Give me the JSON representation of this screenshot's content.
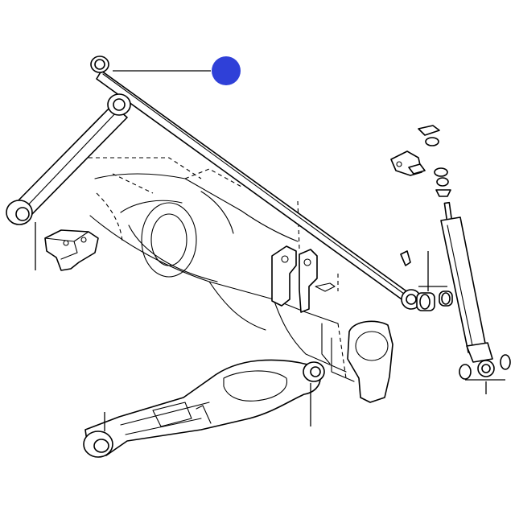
{
  "diagram": {
    "marker_color": "#2f40d8",
    "parts": [
      {
        "id": "lateral-control-rod",
        "icon": "rod"
      },
      {
        "id": "upper-control-arm",
        "icon": "arm"
      },
      {
        "id": "shock-absorber",
        "icon": "damper"
      },
      {
        "id": "lower-control-arm",
        "icon": "arm"
      },
      {
        "id": "rear-axle-housing",
        "icon": "axle"
      },
      {
        "id": "bracket",
        "icon": "bracket"
      }
    ]
  }
}
